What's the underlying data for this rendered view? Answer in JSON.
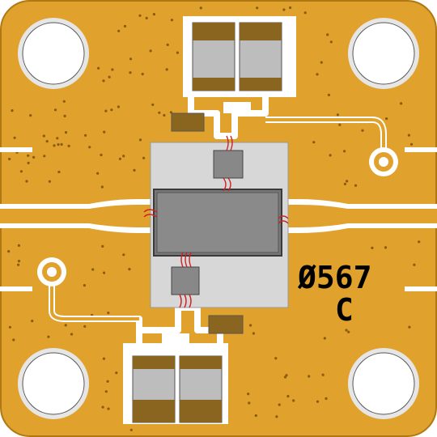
{
  "board": {
    "marking_line1": "Ø567",
    "marking_line2": "C"
  },
  "colors": {
    "gold": "#e0a22c",
    "gold_edge": "#b07812",
    "trace_outline": "#ffffff",
    "substrate": "#d7d7d7",
    "chip": "#8a8a8a",
    "chip_edge": "#3a3a3a",
    "cap_body": "#bdbdbd",
    "cap_terminal": "#8a6520",
    "bond_wire": "#cc2222",
    "mount_hole": "#ffffff",
    "marking": "#000000"
  },
  "icons": {
    "mount_hole": "circle",
    "via": "dot",
    "bond_wire": "arc"
  }
}
